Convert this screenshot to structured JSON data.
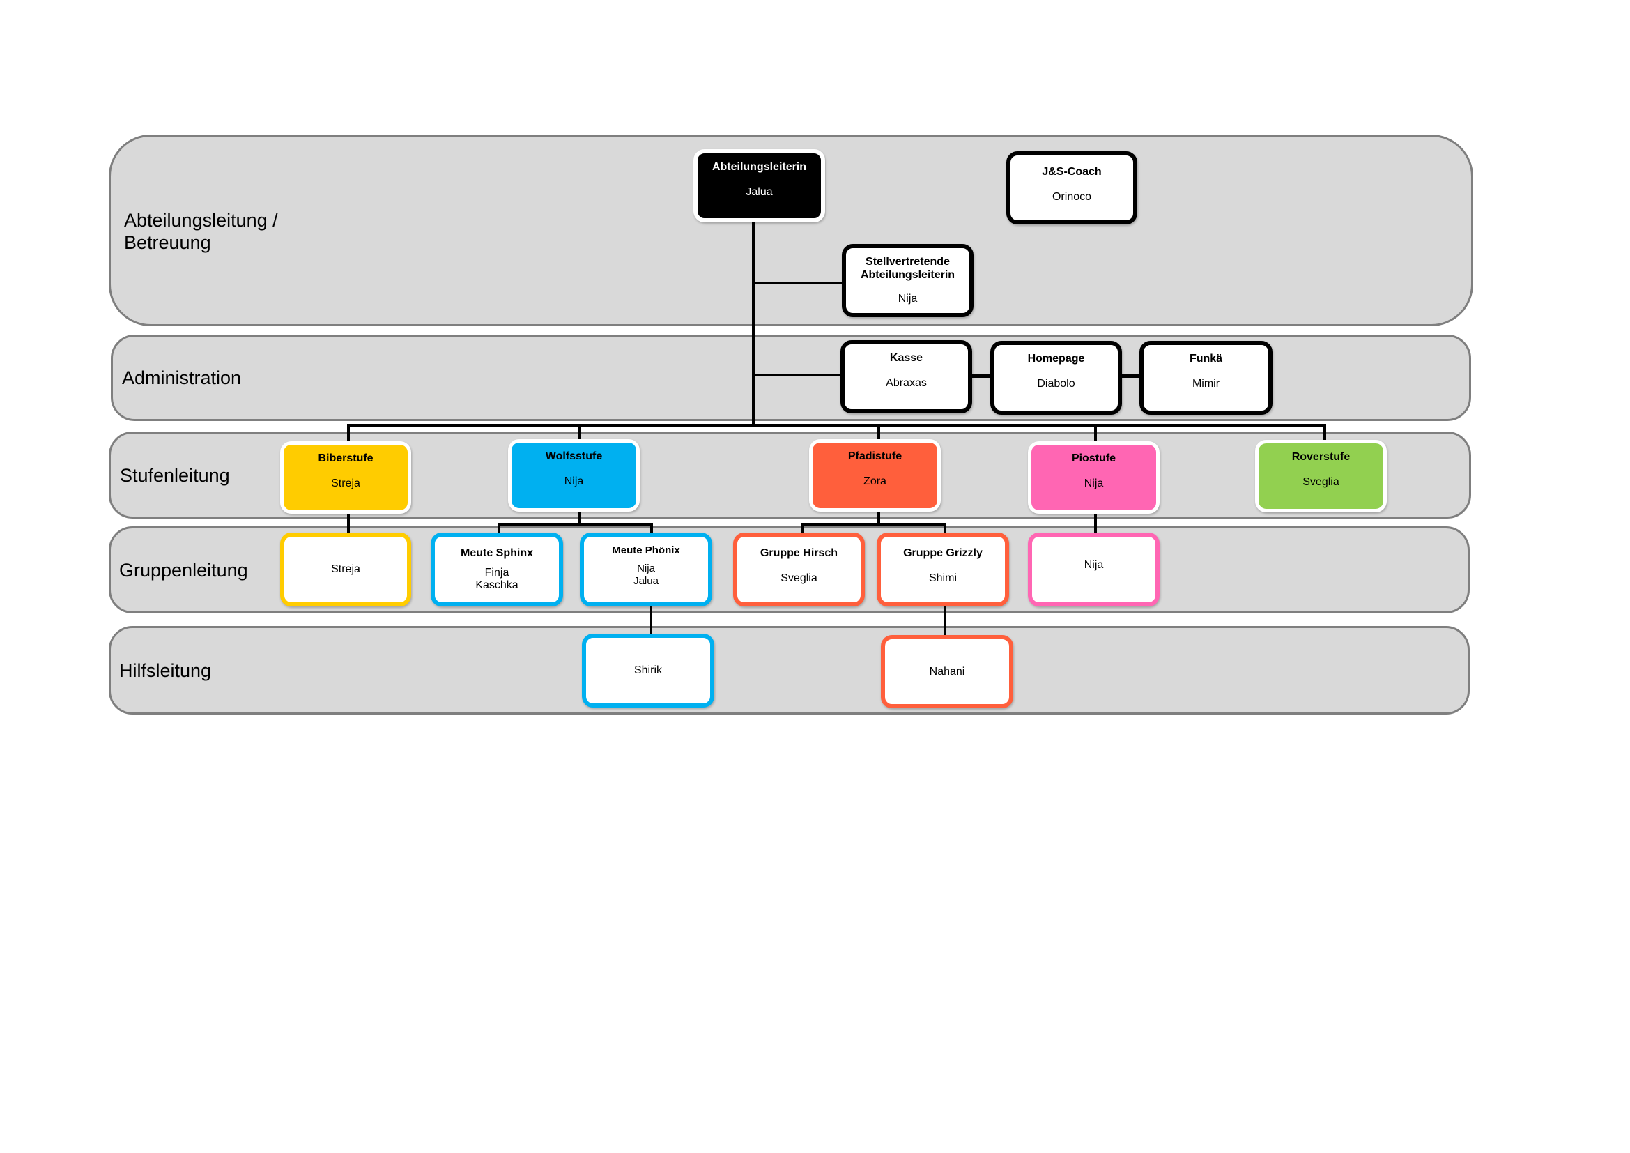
{
  "bands": {
    "leitung": "Abteilungsleitung /",
    "leitung_line2": "Betreuung",
    "administration": "Administration",
    "stufenleitung": "Stufenleitung",
    "gruppenleitung": "Gruppenleitung",
    "hilfsleitung": "Hilfsleitung"
  },
  "colors": {
    "biber": "#FFCC00",
    "wolf": "#00B0F0",
    "pfadi": "#FF5F3C",
    "pio": "#FF66B3",
    "rover": "#92D050",
    "band": "#D9D9D9"
  },
  "leitung": {
    "abteilungsleiterin": {
      "title": "Abteilungsleiterin",
      "name": "Jalua"
    },
    "coach": {
      "title": "J&S-Coach",
      "name": "Orinoco"
    },
    "stellvertretung": {
      "title": "Stellvertretende Abteilungsleiterin",
      "name": "Nija"
    }
  },
  "administration": {
    "kasse": {
      "title": "Kasse",
      "name": "Abraxas"
    },
    "homepage": {
      "title": "Homepage",
      "name": "Diabolo"
    },
    "funk": {
      "title": "Funkä",
      "name": "Mimir"
    }
  },
  "stufen": {
    "biber": {
      "title": "Biberstufe",
      "name": "Streja"
    },
    "wolf": {
      "title": "Wolfsstufe",
      "name": "Nija"
    },
    "pfadi": {
      "title": "Pfadistufe",
      "name": "Zora"
    },
    "pio": {
      "title": "Piostufe",
      "name": "Nija"
    },
    "rover": {
      "title": "Roverstufe",
      "name": "Sveglia"
    }
  },
  "gruppen": {
    "biber": {
      "name": "Streja"
    },
    "sphinx": {
      "title": "Meute Sphinx",
      "name1": "Finja",
      "name2": "Kaschka"
    },
    "phoenix": {
      "title": "Meute Phönix",
      "name1": "Nija",
      "name2": "Jalua"
    },
    "hirsch": {
      "title": "Gruppe Hirsch",
      "name": "Sveglia"
    },
    "grizzly": {
      "title": "Gruppe Grizzly",
      "name": "Shimi"
    },
    "pio": {
      "name": "Nija"
    }
  },
  "hilfsleitung": {
    "wolf": {
      "name": "Shirik"
    },
    "pfadi": {
      "name": "Nahani"
    }
  }
}
